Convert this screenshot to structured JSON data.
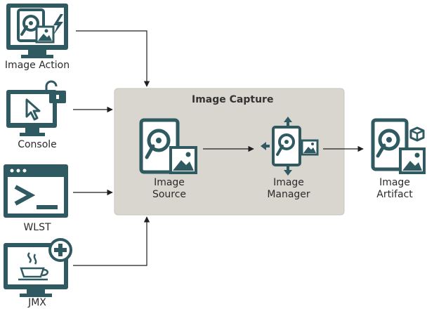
{
  "group": {
    "title": "Image Capture"
  },
  "nodes": {
    "image_action": {
      "label": "Image Action"
    },
    "console": {
      "label": "Console"
    },
    "wlst": {
      "label": "WLST"
    },
    "jmx": {
      "label": "JMX"
    },
    "image_source": {
      "label_line1": "Image",
      "label_line2": "Source"
    },
    "image_manager": {
      "label_line1": "Image",
      "label_line2": "Manager"
    },
    "image_artifact": {
      "label_line1": "Image",
      "label_line2": "Artifact"
    }
  },
  "colors": {
    "icon": "#305a62",
    "accent": "#ffffff",
    "group_fill": "#d9d6d0",
    "arrow": "#1f1f1f"
  }
}
